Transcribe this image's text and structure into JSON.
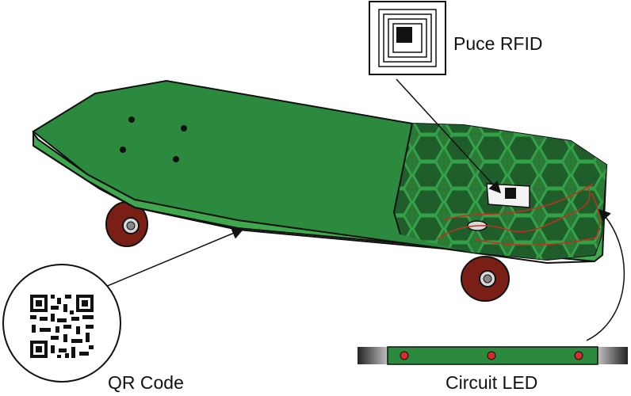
{
  "labels": {
    "rfid": "Puce RFID",
    "qr": "QR Code",
    "led": "Circuit LED"
  },
  "colors": {
    "deck_green": "#2b8a3e",
    "deck_edge": "#3fa84f",
    "hex_dark": "#1f5e2b",
    "wheel": "#7a1f16",
    "led_dot": "#d92b2b",
    "wire": "#c4301e"
  },
  "icons": {
    "rfid_chip": "rfid-chip-icon",
    "qr_code": "qr-code-icon",
    "led_strip": "led-strip-icon"
  }
}
